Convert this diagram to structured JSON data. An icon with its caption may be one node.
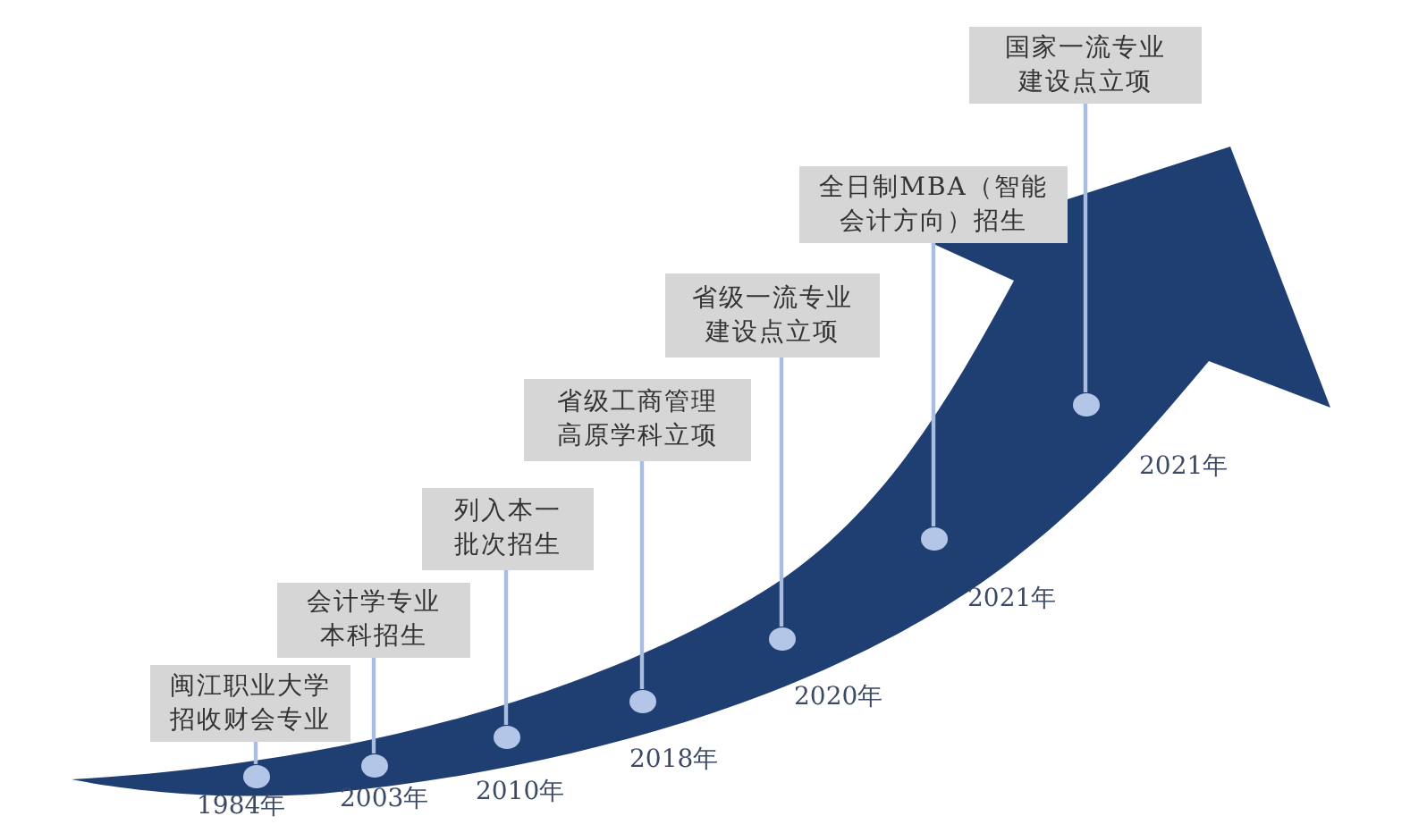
{
  "diagram": {
    "nodes": [
      {
        "text": [
          "闽江职业大学招收财会专业"
        ]
      },
      {
        "text": [
          "会计学专业本科招生"
        ]
      },
      {
        "text": [
          "列入本一批次招生"
        ]
      },
      {
        "text": [
          "省级工商管理高原学科立项"
        ]
      },
      {
        "text": [
          "省级一流专业建设点立项"
        ]
      },
      {
        "text": [
          "全日制MBA（智能会计方向）招生"
        ]
      },
      {
        "text": [
          "国家一流专业建设点立项"
        ]
      },
      {
        "text": [],
        "shape": "circle",
        "beside": [
          "1984年"
        ]
      },
      {
        "text": [],
        "shape": "circle",
        "beside": [
          "2003年"
        ]
      },
      {
        "text": [],
        "shape": "circle",
        "beside": [
          "2010年"
        ]
      },
      {
        "text": [],
        "shape": "circle",
        "beside": [
          "2018年"
        ]
      },
      {
        "text": [],
        "shape": "circle",
        "beside": [
          "2020年"
        ]
      },
      {
        "text": [],
        "shape": "circle",
        "beside": [
          "2021年"
        ]
      },
      {
        "text": [],
        "shape": "circle",
        "beside": [
          "2021年"
        ]
      }
    ],
    "edges": [
      {
        "from": 0,
        "to": 7,
        "arrow": "none"
      },
      {
        "from": 1,
        "to": 8,
        "arrow": "none"
      },
      {
        "from": 2,
        "to": 9,
        "arrow": "none"
      },
      {
        "from": 3,
        "to": 10,
        "arrow": "none"
      },
      {
        "from": 4,
        "to": 11,
        "arrow": "none"
      },
      {
        "from": 5,
        "to": 12,
        "arrow": "none"
      },
      {
        "from": 6,
        "to": 13,
        "arrow": "none"
      }
    ]
  }
}
